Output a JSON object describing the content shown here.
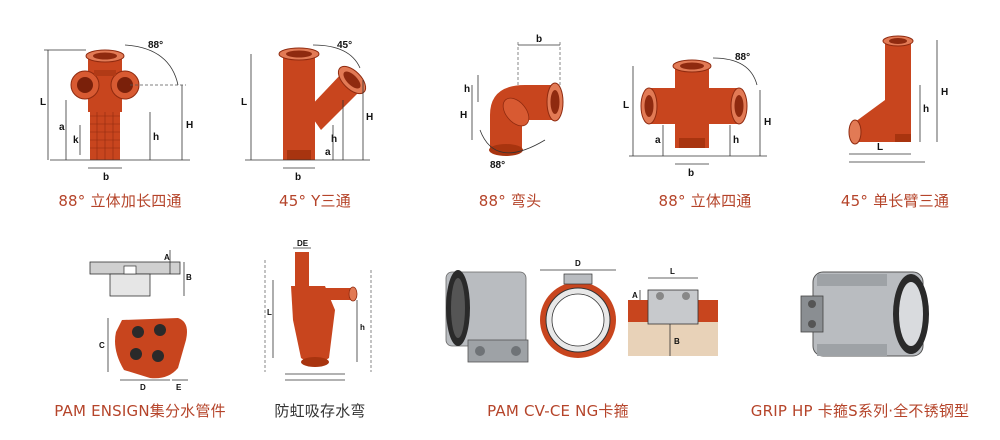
{
  "colors": {
    "caption": "#b5442a",
    "caption_dark": "#333333",
    "pipe": "#c8451e",
    "pipe_dark": "#8f2a0f",
    "pipe_light": "#e27a55",
    "steel": "#b9bcc0",
    "rubber": "#2a2a2a"
  },
  "items": [
    {
      "caption": "88° 立体加长四通",
      "icon": "double-branch-extended-icon",
      "labels": {
        "angle": "88°",
        "L": "L",
        "H": "H",
        "a": "a",
        "k": "k",
        "h": "h",
        "b": "b"
      }
    },
    {
      "caption": "45° Y三通",
      "icon": "y-branch-45-icon",
      "labels": {
        "angle": "45°",
        "L": "L",
        "H": "H",
        "a": "a",
        "h": "h",
        "b": "b"
      }
    },
    {
      "caption": "88° 弯头",
      "icon": "elbow-88-icon",
      "labels": {
        "angle": "88°",
        "b": "b",
        "h": "h",
        "H": "H"
      }
    },
    {
      "caption": "88° 立体四通",
      "icon": "double-branch-icon",
      "labels": {
        "angle": "88°",
        "L": "L",
        "H": "H",
        "a": "a",
        "h": "h",
        "b": "b"
      }
    },
    {
      "caption": "45° 单长臂三通",
      "icon": "long-arm-branch-icon",
      "labels": {
        "h": "h",
        "H": "H",
        "L": "L"
      }
    },
    {
      "caption": "PAM ENSIGN集分水管件",
      "icon": "manifold-fitting-icon",
      "labels": {
        "A": "A",
        "B": "B",
        "C": "C",
        "D": "D",
        "E": "E"
      }
    },
    {
      "caption": "防虹吸存水弯",
      "icon": "anti-siphon-trap-icon",
      "labels": {
        "DE": "DE",
        "L": "L",
        "h": "h"
      }
    },
    {
      "caption": "PAM CV-CE NG卡箍",
      "icon": "coupling-clamp-icon",
      "labels": {
        "D": "D",
        "L": "L",
        "A": "A",
        "B": "B"
      }
    },
    {
      "caption": "GRIP HP 卡箍S系列·全不锈钢型",
      "icon": "grip-coupling-icon",
      "labels": {}
    }
  ]
}
